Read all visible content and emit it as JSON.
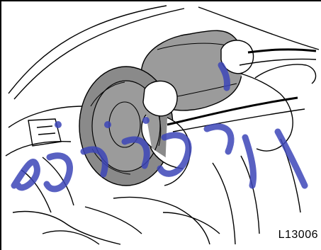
{
  "figure": {
    "code": "L13006",
    "subject": "airbag-deployment-illustration"
  },
  "colors": {
    "line": "#000000",
    "airbag_gray": "#9b9b9b",
    "airbag_dark": "#8a8a8a",
    "fill_white": "#ffffff",
    "watermark_blue": "#3d46b8"
  },
  "watermark": {
    "type": "calligraphic-arabic-script-graphic"
  }
}
